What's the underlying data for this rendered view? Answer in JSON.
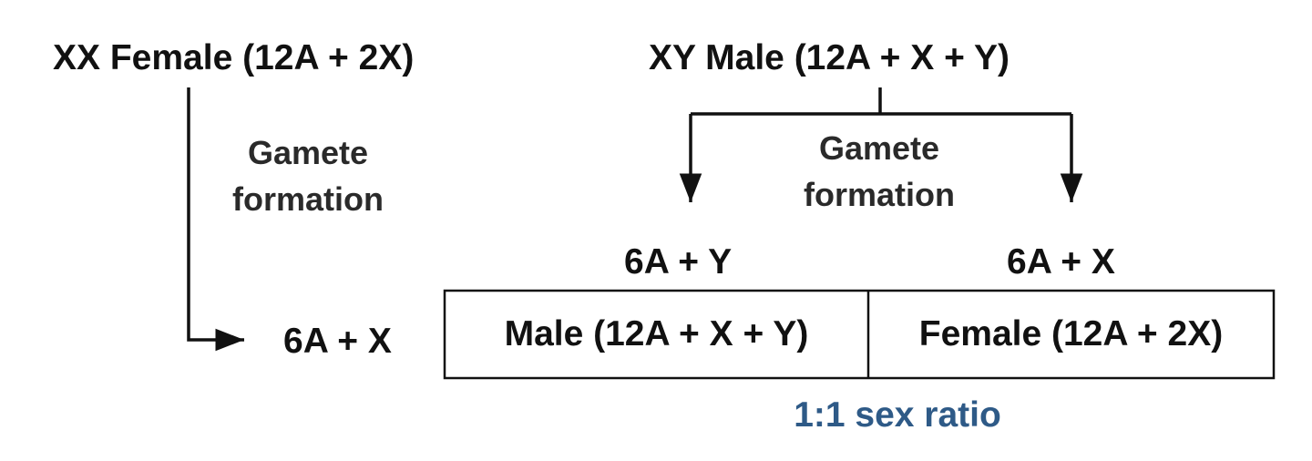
{
  "female_parent": "XX Female (12A + 2X)",
  "male_parent": "XY Male (12A + X + Y)",
  "female_gamete_caption": [
    "Gamete",
    "formation"
  ],
  "male_gamete_caption": [
    "Gamete",
    "formation"
  ],
  "male_gametes": [
    "6A + Y",
    "6A + X"
  ],
  "female_gamete": "6A + X",
  "offspring": [
    "Male (12A + X + Y)",
    "Female (12A + 2X)"
  ],
  "ratio": "1:1 sex ratio",
  "colors": {
    "text": "#111111",
    "ratio": "#2e5a87",
    "lines": "#111111"
  }
}
